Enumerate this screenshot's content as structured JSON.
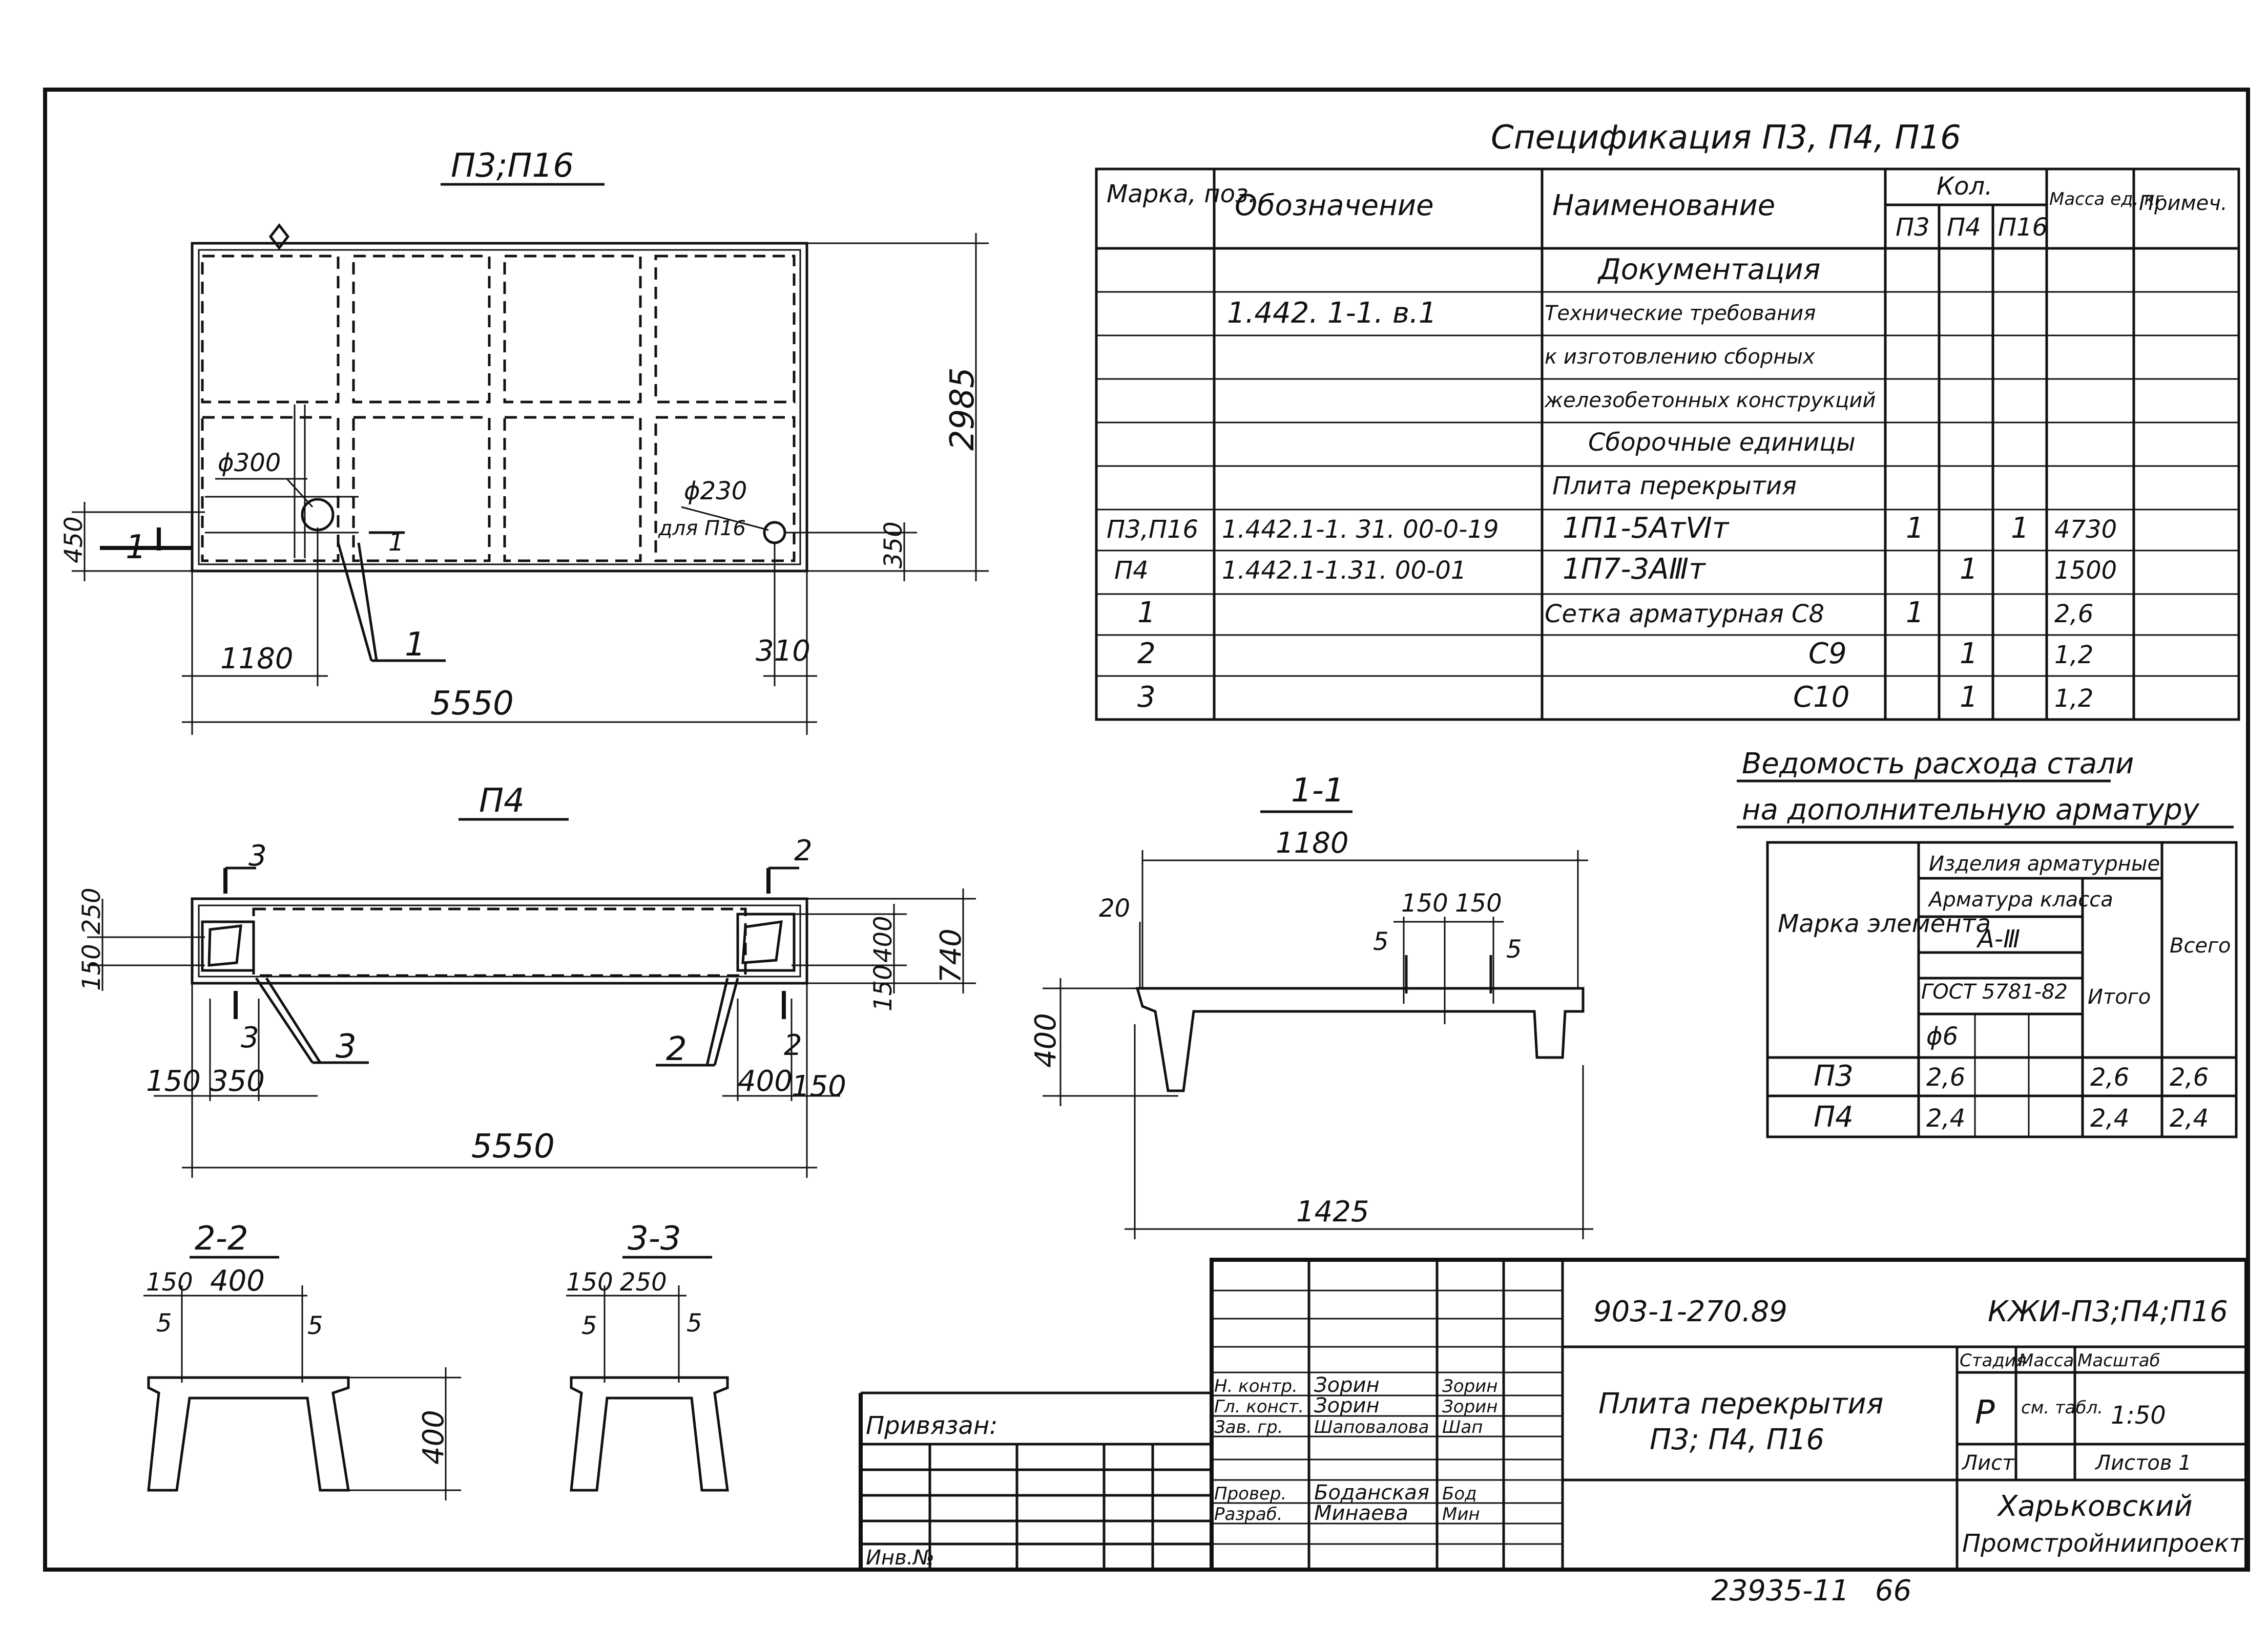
{
  "plan": {
    "title_p3_p16": "П3;П16",
    "title_p4": "П4",
    "dims": {
      "width": "5550",
      "height": "2985",
      "offset_1180": "1180",
      "offset_310": "310",
      "dim_450": "450",
      "dim_350": "350",
      "hole_300": "ϕ300",
      "hole_230": "ϕ230",
      "hole_230_note": "для П16",
      "section_mark": "1",
      "callout_1": "1"
    },
    "p4_dims": {
      "width": "5550",
      "d_150_left": "150",
      "d_350": "350",
      "d_400": "400",
      "d_150_right": "150",
      "d_740": "740",
      "d_250": "250",
      "d_150_side": "150",
      "d_400_side": "400",
      "d_150_side_b": "150",
      "mark_3_top": "3",
      "mark_2_top": "2",
      "mark_3_bottom": "3",
      "mark_2_bottom": "2",
      "callout_3": "3",
      "callout_2": "2"
    }
  },
  "sections": {
    "s11": {
      "title": "1-1",
      "d_1180": "1180",
      "d_150a": "150",
      "d_150b": "150",
      "d_20": "20",
      "d_5a": "5",
      "d_5b": "5",
      "d_400": "400",
      "d_1425": "1425"
    },
    "s22": {
      "title": "2-2",
      "d_150": "150",
      "d_400": "400",
      "d_5a": "5",
      "d_5b": "5",
      "d_h400": "400"
    },
    "s33": {
      "title": "3-3",
      "d_150": "150",
      "d_250": "250",
      "d_5a": "5",
      "d_5b": "5"
    }
  },
  "spec": {
    "title": "Спецификация П3, П4, П16",
    "headers": {
      "mark": "Марка, поз.",
      "designation": "Обозначение",
      "name": "Наименование",
      "qty": "Кол.",
      "qty_p3": "П3",
      "qty_p4": "П4",
      "qty_p16": "П16",
      "mass": "Масса ед, кг",
      "note": "Примеч."
    },
    "rows": [
      {
        "mark": "",
        "designation": "",
        "name": "Документация",
        "p3": "",
        "p4": "",
        "p16": "",
        "mass": ""
      },
      {
        "mark": "",
        "designation": "1.442. 1-1. в.1",
        "name": "Технические требования",
        "p3": "",
        "p4": "",
        "p16": "",
        "mass": ""
      },
      {
        "mark": "",
        "designation": "",
        "name": "к изготовлению сборных",
        "p3": "",
        "p4": "",
        "p16": "",
        "mass": ""
      },
      {
        "mark": "",
        "designation": "",
        "name": "железобетонных конструкций",
        "p3": "",
        "p4": "",
        "p16": "",
        "mass": ""
      },
      {
        "mark": "",
        "designation": "",
        "name": "Сборочные единицы",
        "p3": "",
        "p4": "",
        "p16": "",
        "mass": ""
      },
      {
        "mark": "",
        "designation": "",
        "name": "Плита перекрытия",
        "p3": "",
        "p4": "",
        "p16": "",
        "mass": ""
      },
      {
        "mark": "П3,П16",
        "designation": "1.442.1-1. 31. 00-0-19",
        "name": "1П1-5АтⅥт",
        "p3": "1",
        "p4": "",
        "p16": "1",
        "mass": "4730"
      },
      {
        "mark": "П4",
        "designation": "1.442.1-1.31. 00-01",
        "name": "1П7-3АⅢт",
        "p3": "",
        "p4": "1",
        "p16": "",
        "mass": "1500"
      },
      {
        "mark": "1",
        "designation": "",
        "name": "Сетка арматурная С8",
        "p3": "1",
        "p4": "",
        "p16": "",
        "mass": "2,6"
      },
      {
        "mark": "2",
        "designation": "",
        "name": "С9",
        "p3": "",
        "p4": "1",
        "p16": "",
        "mass": "1,2"
      },
      {
        "mark": "3",
        "designation": "",
        "name": "С10",
        "p3": "",
        "p4": "1",
        "p16": "",
        "mass": "1,2"
      }
    ]
  },
  "steel": {
    "title_line1": "Ведомость расхода стали",
    "title_line2": "на дополнительную арматуру",
    "headers": {
      "mark": "Марка элемента",
      "products": "Изделия арматурные",
      "rebar_class": "Арматура класса",
      "class_value": "А-Ⅲ",
      "gost": "ГОСТ 5781-82",
      "diameter": "ϕ6",
      "total_sub": "Итого",
      "total": "Всего"
    },
    "rows": [
      {
        "mark": "П3",
        "d6": "2,6",
        "subtotal": "2,6",
        "total": "2,6"
      },
      {
        "mark": "П4",
        "d6": "2,4",
        "subtotal": "2,4",
        "total": "2,4"
      }
    ]
  },
  "title_block": {
    "doc_number": "903-1-270.89",
    "sheet_code": "КЖИ-П3;П4;П16",
    "item_title_1": "Плита перекрытия",
    "item_title_2": "П3; П4, П16",
    "stage_label": "Стадия",
    "mass_label": "Масса",
    "scale_label": "Масштаб",
    "stage": "Р",
    "mass_value": "см. табл.",
    "scale": "1:50",
    "sheet_label": "Лист",
    "sheets_label": "Листов 1",
    "org_1": "Харьковский",
    "org_2": "Промстройниипроект",
    "tied_to": "Привязан:",
    "inv_no": "Инв.№",
    "roles": [
      {
        "role": "Н. контр.",
        "name": "Зорин",
        "sign": "Зорин"
      },
      {
        "role": "Гл. конст.",
        "name": "Зорин",
        "sign": "Зорин"
      },
      {
        "role": "Зав. гр.",
        "name": "Шаповалова",
        "sign": "Шап"
      },
      {
        "role": "",
        "name": "",
        "sign": ""
      },
      {
        "role": "Провер.",
        "name": "Боданская",
        "sign": "Бод"
      },
      {
        "role": "Разраб.",
        "name": "Минаева",
        "sign": "Мин"
      }
    ]
  },
  "footer": {
    "archive_no": "23935-11",
    "page_no": "66"
  }
}
